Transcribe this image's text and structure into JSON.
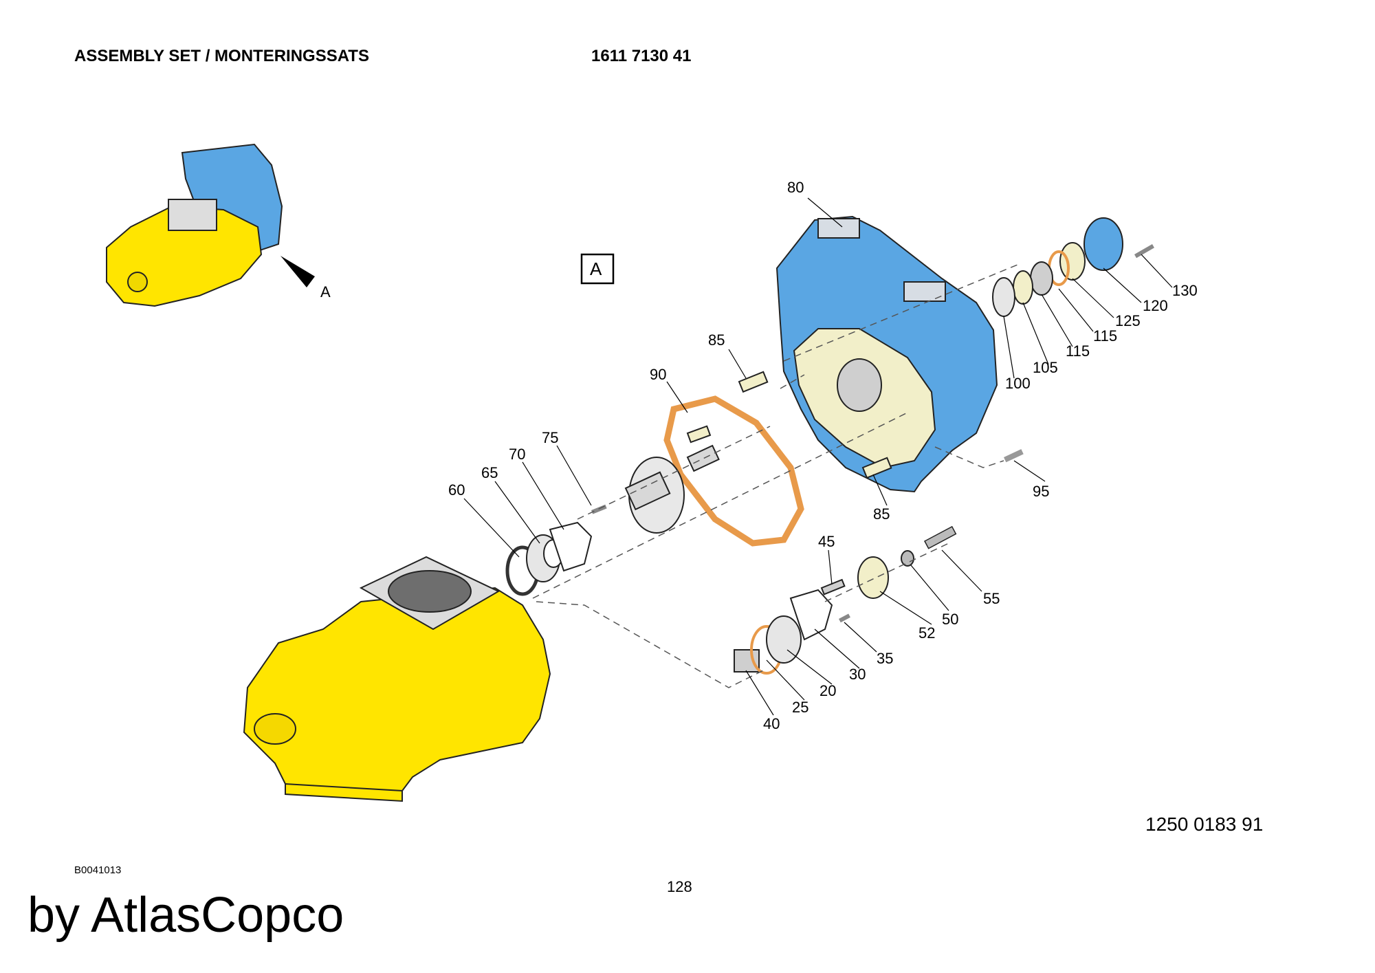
{
  "header": {
    "title": "ASSEMBLY SET / MONTERINGSSATS",
    "part_number": "1611 7130 41"
  },
  "view_label": "A",
  "view_arrow_label": "A",
  "drawing_number": "1250 0183 91",
  "figure_code": "B0041013",
  "page_number": "128",
  "brand": "by AtlasCopco",
  "colors": {
    "housing_blue": "#5aa6e3",
    "compressor_yellow": "#ffe500",
    "gasket_orange": "#e89a4a",
    "cover_cream": "#f2efc9"
  },
  "callouts": [
    {
      "label": "80"
    },
    {
      "label": "130"
    },
    {
      "label": "120"
    },
    {
      "label": "125"
    },
    {
      "label": "115"
    },
    {
      "label": "115"
    },
    {
      "label": "105"
    },
    {
      "label": "100"
    },
    {
      "label": "85"
    },
    {
      "label": "90"
    },
    {
      "label": "75"
    },
    {
      "label": "70"
    },
    {
      "label": "65"
    },
    {
      "label": "60"
    },
    {
      "label": "95"
    },
    {
      "label": "85"
    },
    {
      "label": "45"
    },
    {
      "label": "55"
    },
    {
      "label": "50"
    },
    {
      "label": "52"
    },
    {
      "label": "35"
    },
    {
      "label": "30"
    },
    {
      "label": "20"
    },
    {
      "label": "25"
    },
    {
      "label": "40"
    }
  ]
}
